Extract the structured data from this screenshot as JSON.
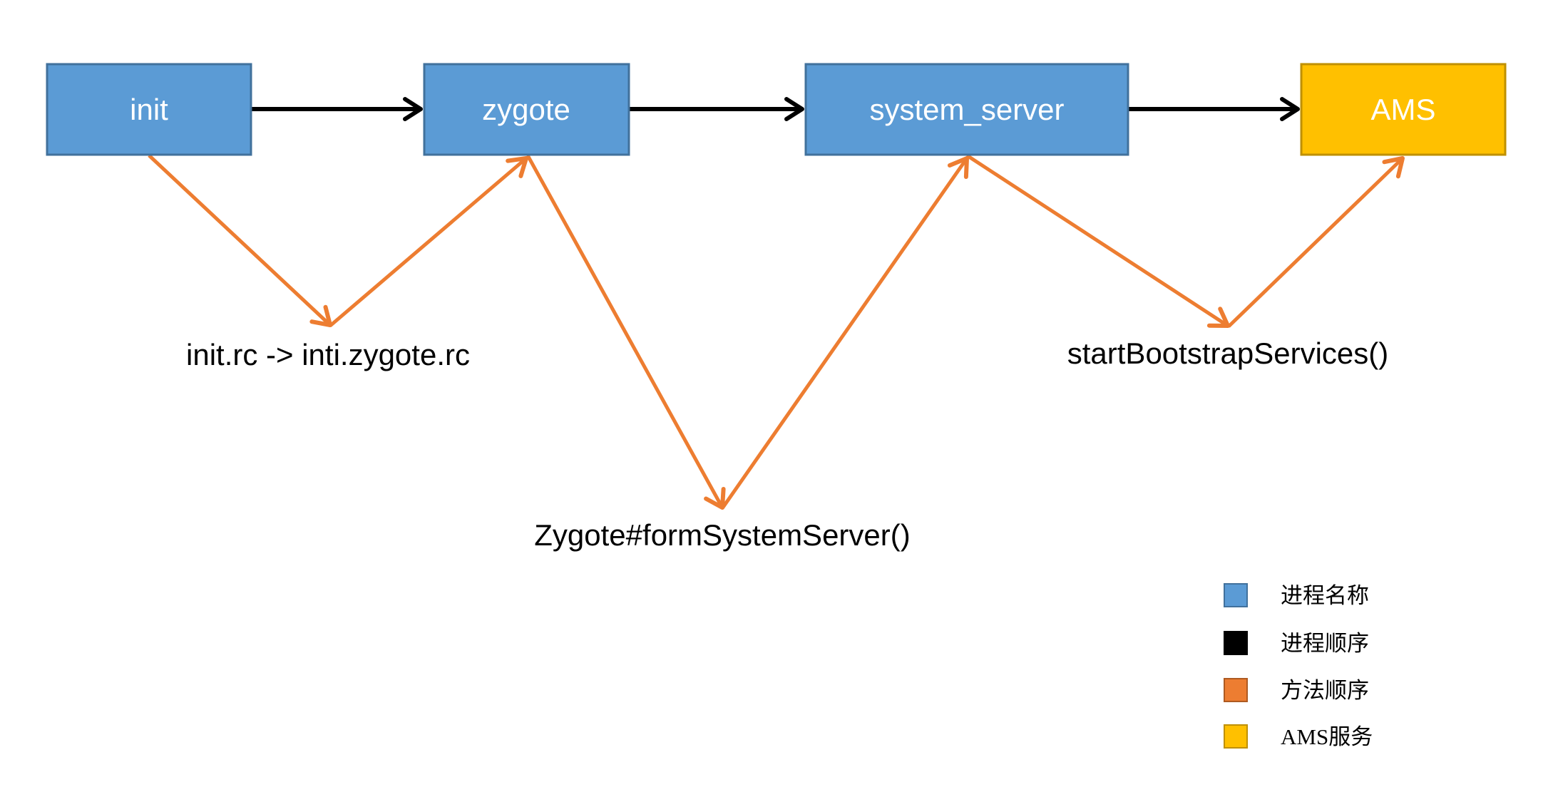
{
  "diagram": {
    "nodes": [
      {
        "id": "init",
        "label": "init"
      },
      {
        "id": "zygote",
        "label": "zygote"
      },
      {
        "id": "system_server",
        "label": "system_server"
      },
      {
        "id": "ams",
        "label": "AMS"
      }
    ],
    "annotations": [
      {
        "id": "init-rc",
        "text": "init.rc -> inti.zygote.rc"
      },
      {
        "id": "fork-system-server",
        "text": "Zygote#formSystemServer()"
      },
      {
        "id": "start-bootstrap",
        "text": "startBootstrapServices()"
      }
    ]
  },
  "legend": {
    "items": [
      {
        "label": "进程名称",
        "color": "#5B9BD5",
        "border": "#41719C"
      },
      {
        "label": "进程顺序",
        "color": "#000000",
        "border": "#000000"
      },
      {
        "label": "方法顺序",
        "color": "#ED7D31",
        "border": "#AE5A21"
      },
      {
        "label": "AMS服务",
        "color": "#FFC000",
        "border": "#BF9000"
      }
    ]
  },
  "colors": {
    "process_box_fill": "#5B9BD5",
    "process_box_border": "#41719C",
    "ams_box_fill": "#FFC000",
    "ams_box_border": "#BF9000",
    "process_arrow": "#000000",
    "method_arrow": "#ED7D31",
    "box_label_text": "#FFFFFF",
    "annotation_text": "#000000",
    "background": "#FFFFFF"
  }
}
